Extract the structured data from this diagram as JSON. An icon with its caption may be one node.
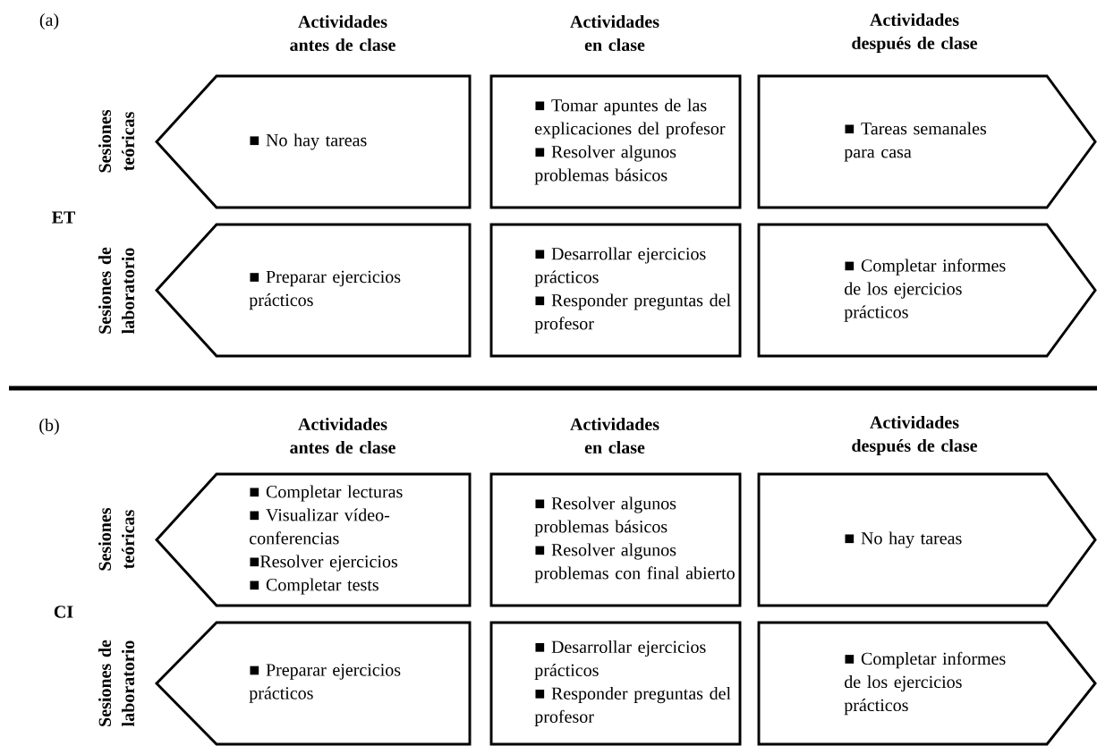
{
  "diagram": {
    "nodes": [
      {
        "text": [
          "■ No hay tareas"
        ]
      },
      {
        "text": [
          "■ Tomar apuntes de las explicaciones del profesor",
          "■ Resolver algunos problemas básicos"
        ]
      },
      {
        "text": [
          "■ Tareas semanales para casa"
        ]
      },
      {
        "text": [
          "■ Preparar ejercicios prácticos"
        ]
      },
      {
        "text": [
          "■ Desarrollar ejercicios prácticos",
          "■ Responder preguntas del profesor"
        ]
      },
      {
        "text": [
          "■ Completar informes de los ejercicios prácticos"
        ]
      },
      {
        "text": [
          "■ Completar lecturas",
          "■ Visualizar vídeo-conferencias",
          "■Resolver ejercicios",
          "■ Completar tests"
        ]
      },
      {
        "text": [
          "■ Resolver algunos problemas básicos",
          "■ Resolver algunos problemas con final abierto"
        ]
      },
      {
        "text": [
          "■ No hay tareas"
        ]
      },
      {
        "text": [
          "■ Preparar ejercicios prácticos"
        ]
      },
      {
        "text": [
          "■ Desarrollar ejercicios prácticos",
          "■ Responder preguntas del profesor"
        ]
      },
      {
        "text": [
          "■ Completar informes de los ejercicios prácticos"
        ]
      }
    ],
    "labels": [
      "(a)",
      "Actividades antes de clase",
      "Actividades en clase",
      "Actividades después de clase",
      "Sesiones teóricas",
      "ET",
      "Sesiones de laboratorio",
      "(b)",
      "Actividades antes de clase",
      "Actividades en clase",
      "Actividades después de clase",
      "Sesiones teóricas",
      "CI",
      "Sesiones de laboratorio"
    ]
  }
}
